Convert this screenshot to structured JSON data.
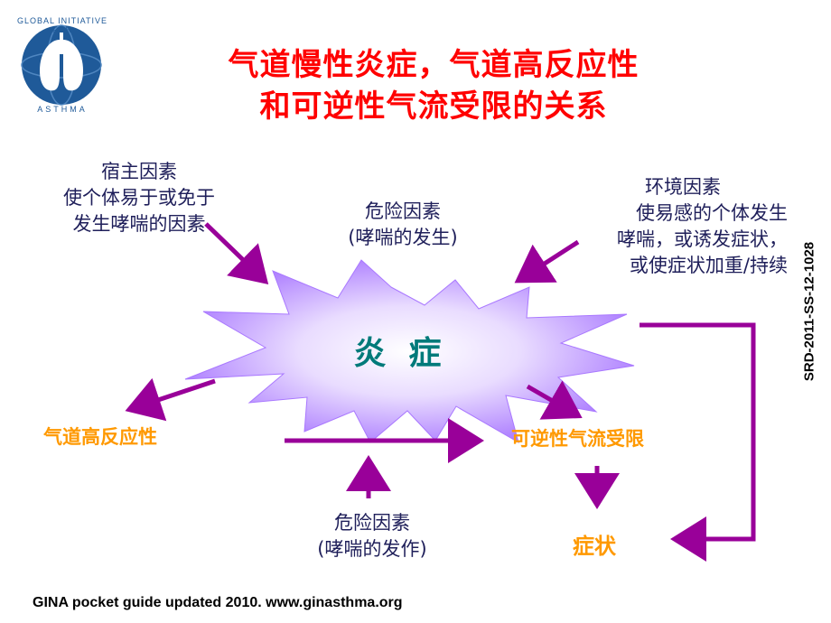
{
  "slide": {
    "title_line1": "气道慢性炎症，气道高反应性",
    "title_line2": "和可逆性气流受限的关系",
    "logo": {
      "arc_text": "GLOBAL INITIATIVE FOR",
      "bottom_text": "ASTHMA",
      "icon": "lungs-globe-icon"
    },
    "host_factors": {
      "line1": "宿主因素",
      "line2": "使个体易于或免于",
      "line3": "发生哮喘的因素"
    },
    "risk_factors_top": {
      "line1": "危险因素",
      "line2": "(哮喘的发生)"
    },
    "environment_factors": {
      "line1": "环境因素",
      "line2": "使易感的个体发生",
      "line3": "哮喘，或诱发症状，",
      "line4": "或使症状加重/持续"
    },
    "center": "炎  症",
    "airway_hyperresponsiveness": "气道高反应性",
    "reversible_airflow_limitation": "可逆性气流受限",
    "symptoms": "症状",
    "risk_factors_bottom": {
      "line1": "危险因素",
      "line2": "(哮喘的发作)"
    },
    "footer": "GINA pocket guide updated 2010. www.ginasthma.org",
    "vertical_code": "SRD-2011-SS-12-1028"
  },
  "colors": {
    "title": "#ff0000",
    "arrow": "#990099",
    "starburst": "#b98cff",
    "starburst_center": "#ffffff",
    "center_text": "#007a7a",
    "orange_text": "#ff9900",
    "body_text": "#1f1f5a",
    "logo_blue": "#1f5a99"
  }
}
